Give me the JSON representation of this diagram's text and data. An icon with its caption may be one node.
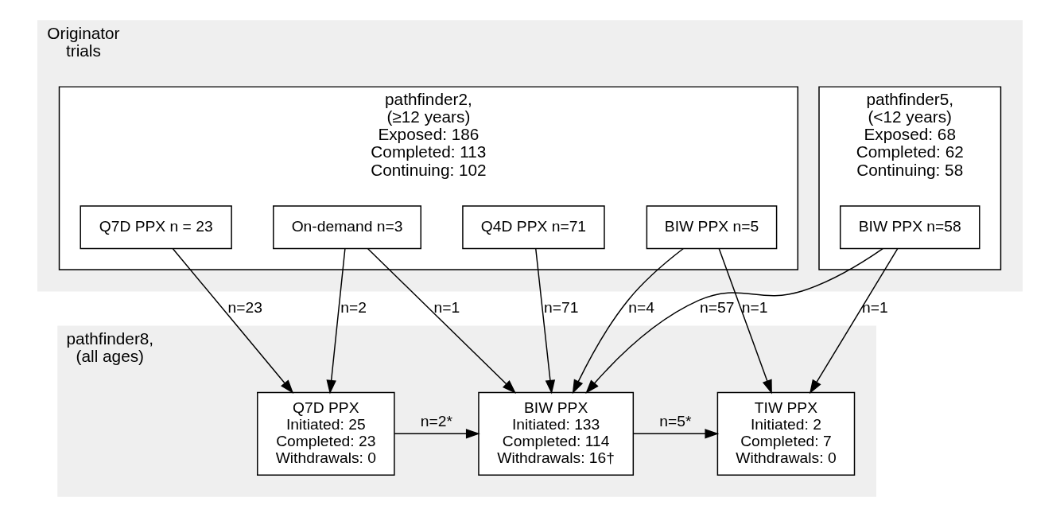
{
  "diagram": {
    "nodes": [
      {
        "text": [
          "Originator trials"
        ]
      },
      {
        "text": [
          "pathfinder2, (≥12 years) Exposed: 186 Completed: 113 Continuing: 102"
        ],
        "in": 0
      },
      {
        "text": [
          "Q7D PPX n = 23"
        ],
        "in": 1
      },
      {
        "text": [
          "On-demand n=3"
        ],
        "in": 1
      },
      {
        "text": [
          "Q4D PPX n=71"
        ],
        "in": 1
      },
      {
        "text": [
          "BIW PPX n=5"
        ],
        "in": 1
      },
      {
        "text": [
          "pathfinder5, (<12 years) Exposed: 68 Completed: 62 Continuing: 58"
        ],
        "in": 0
      },
      {
        "text": [
          "BIW PPX n=58"
        ],
        "in": 6
      },
      {
        "text": [
          "pathfinder8, (all ages)"
        ]
      },
      {
        "text": [
          "Q7D PPX",
          "Initiated: 25 Completed: 23 Withdrawals: 0"
        ],
        "in": 8
      },
      {
        "text": [
          "BIW PPX",
          "Initiated: 133 Completed: 114 Withdrawals: 16†"
        ],
        "in": 8
      },
      {
        "text": [
          "TIW PPX",
          "Initiated: 2 Completed: 7 Withdrawals: 0"
        ],
        "in": 8
      }
    ],
    "edges": [
      {
        "from": 2,
        "to": 9,
        "arrow": "to",
        "label": "n=23"
      },
      {
        "from": 3,
        "to": 9,
        "arrow": "to",
        "label": "n=2"
      },
      {
        "from": 3,
        "to": 10,
        "arrow": "to",
        "label": "n=1"
      },
      {
        "from": 4,
        "to": 10,
        "arrow": "to",
        "label": "n=71"
      },
      {
        "from": 5,
        "to": 10,
        "arrow": "to",
        "label": "n=4"
      },
      {
        "from": 5,
        "to": 11,
        "arrow": "to",
        "label": "n=1"
      },
      {
        "from": 7,
        "to": 10,
        "arrow": "to",
        "label": "n=57"
      },
      {
        "from": 7,
        "to": 11,
        "arrow": "to",
        "label": "n=1"
      },
      {
        "from": 9,
        "to": 10,
        "arrow": "to",
        "label": "n=2*"
      },
      {
        "from": 10,
        "to": 11,
        "arrow": "to",
        "label": "n=5*"
      }
    ]
  }
}
